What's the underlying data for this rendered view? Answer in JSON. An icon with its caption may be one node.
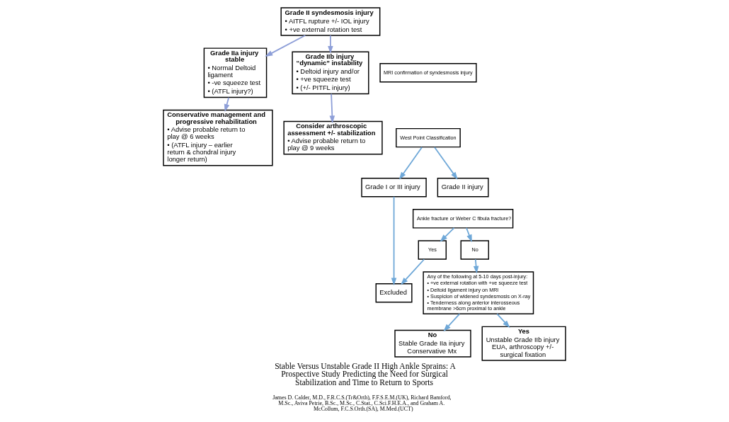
{
  "diagram": {
    "title": "Stable Versus Unstable Grade II High Ankle Sprains: A Prospective Study Predicting the Need for Surgical Stabilization and Time to Return to Sports",
    "caption": "James D. Calder, M.D., F.R.C.S.(Tr&Orth), F.F.S.E.M.(UK), Richard Bamford, M.Sc., Aviva Petrie, B.Sc., M.Sc., C.Stat., C.Sci.F.H.E.A., and Graham A. McCollum, F.C.S.Orth.(SA), M.Med.(UCT)",
    "nodes": [
      {
        "text": [
          "Grade II syndesmosis injury",
          "• AITFL rupture +/- IOL injury",
          "• +ve external rotation test"
        ]
      },
      {
        "text": [
          "Grade IIa injury stable",
          "• Normal Deltoid ligament",
          "• -ve squeeze test",
          "• (ATFL injury?)"
        ]
      },
      {
        "text": [
          "Conservative management and progressive rehabilitation",
          "• Advise probable return to play @ 6 weeks",
          "• (ATFL injury – earlier return & chondral injury longer return)"
        ]
      },
      {
        "text": [
          "Grade IIb injury “dynamic” instability",
          "• Deltoid injury and/or",
          "• +ve squeeze test",
          "• (+/- PITFL injury)"
        ]
      },
      {
        "text": [
          "Consider arthroscopic assessment +/- stabilization",
          "• Advise probable return to play @ 9 weeks"
        ]
      },
      {
        "text": [
          "MRI confirmation of syndesmosis injury"
        ]
      },
      {
        "text": [
          "West Point Classification"
        ]
      },
      {
        "text": [
          "Grade I or III injury"
        ]
      },
      {
        "text": [
          "Grade II injury"
        ]
      },
      {
        "text": [
          "Ankle fracture or Weber C fibula fracture?"
        ]
      },
      {
        "text": [
          "Excluded"
        ]
      },
      {
        "text": [
          "Yes"
        ]
      },
      {
        "text": [
          "No"
        ]
      },
      {
        "text": [
          "Any of the following at 5-10 days post-injury:",
          "• +ve external rotation with +ve squeeze test",
          "• Deltoid ligament injury on MRI",
          "• Suspicion of widened syndesmosis on X-ray",
          "• Tenderness along anterior interosseous membrane >6cm proximal to ankle"
        ]
      },
      {
        "text": [
          "No",
          "Stable Grade IIa injury Conservative Mx"
        ]
      },
      {
        "text": [
          "Yes",
          "Unstable Grade IIb injury EUA, arthroscopy +/- surgical fixation"
        ]
      }
    ],
    "edges": [
      {
        "from": 0,
        "to": 1,
        "arrow": "to",
        "color": "#8e9fd8"
      },
      {
        "from": 1,
        "to": 2,
        "arrow": "to",
        "color": "#8e9fd8"
      },
      {
        "from": 0,
        "to": 3,
        "arrow": "to",
        "color": "#8e9fd8"
      },
      {
        "from": 3,
        "to": 4,
        "arrow": "to",
        "color": "#8e9fd8"
      },
      {
        "from": 6,
        "to": 7,
        "arrow": "to"
      },
      {
        "from": 6,
        "to": 8,
        "arrow": "to"
      },
      {
        "from": 7,
        "to": 10,
        "arrow": "to"
      },
      {
        "from": 9,
        "to": 11,
        "arrow": "to"
      },
      {
        "from": 9,
        "to": 12,
        "arrow": "to"
      },
      {
        "from": 11,
        "to": 10,
        "arrow": "to"
      },
      {
        "from": 12,
        "to": 13,
        "arrow": "to"
      },
      {
        "from": 13,
        "to": 14,
        "arrow": "to"
      },
      {
        "from": 13,
        "to": 15,
        "arrow": "to"
      }
    ]
  }
}
